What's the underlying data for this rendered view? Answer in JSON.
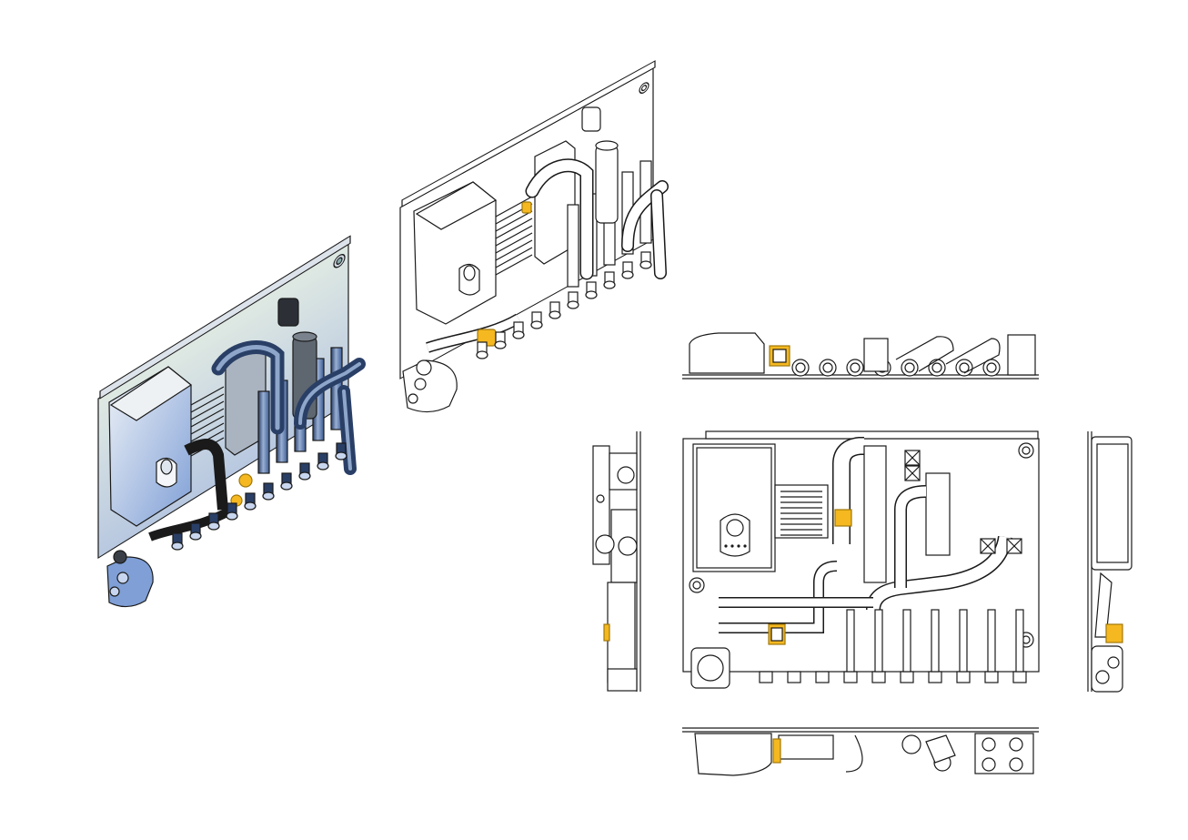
{
  "drawing": {
    "background": "#ffffff",
    "colors": {
      "line": "#1a1a1a",
      "line_light": "#4a4a4a",
      "highlight": "#f5b820",
      "highlight_edge": "#a0780a",
      "plate_tint_top": "#dfe9e3",
      "plate_tint_bottom": "#b8c8e0",
      "body_tint": "#7f9fd6",
      "pipe_tint": "#3d5d94",
      "pipe_dark": "#2a3f66",
      "shadow": "#6e6e6e"
    },
    "views": [
      {
        "name": "isometric-shaded"
      },
      {
        "name": "isometric-line"
      },
      {
        "name": "top-view"
      },
      {
        "name": "left-side-view"
      },
      {
        "name": "front-view"
      },
      {
        "name": "right-side-view"
      },
      {
        "name": "bottom-view"
      }
    ],
    "components": {
      "display_unit": {
        "indicator_dots": 4
      },
      "outlet_ports": 10,
      "valve_count": 4,
      "pump_count": 1
    }
  }
}
